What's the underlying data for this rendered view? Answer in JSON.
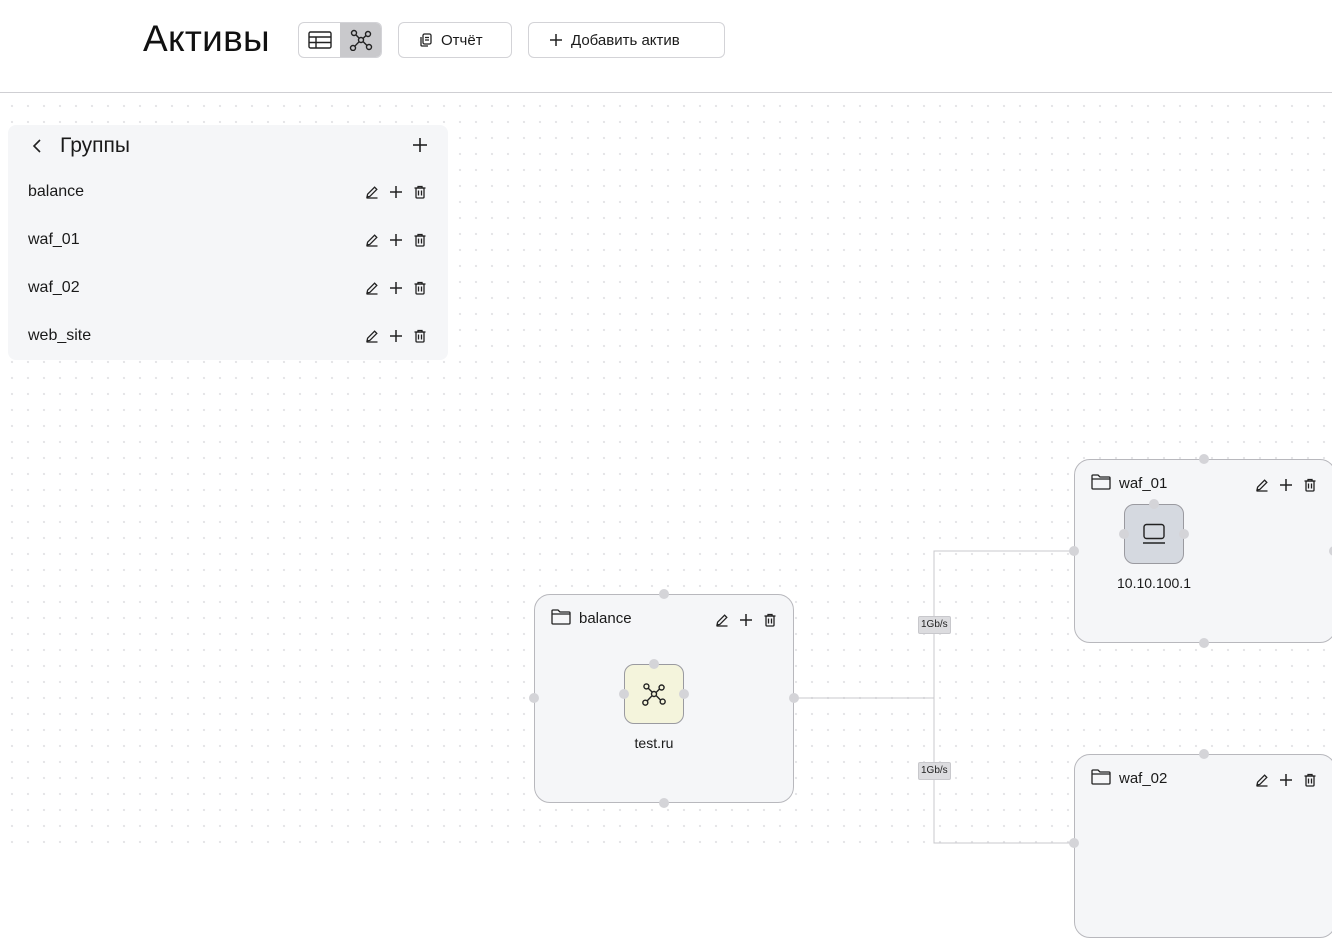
{
  "header": {
    "title": "Активы",
    "report_label": "Отчёт",
    "add_asset_label": "Добавить актив"
  },
  "groups_panel": {
    "title": "Группы",
    "items": [
      {
        "name": "balance"
      },
      {
        "name": "waf_01"
      },
      {
        "name": "waf_02"
      },
      {
        "name": "web_site"
      }
    ]
  },
  "graph": {
    "groups": [
      {
        "name": "balance",
        "asset_label": "test.ru",
        "asset_icon": "network-icon"
      },
      {
        "name": "waf_01",
        "asset_label": "10.10.100.1",
        "asset_icon": "laptop-icon"
      },
      {
        "name": "waf_02"
      }
    ],
    "edges": [
      {
        "label": "1Gb/s"
      },
      {
        "label": "1Gb/s"
      }
    ]
  },
  "colors": {
    "network_tile": "#f4f4dc",
    "laptop_tile": "#d5d9e0",
    "group_bg": "#f5f6f8",
    "active_toggle": "#c9c9cc"
  }
}
